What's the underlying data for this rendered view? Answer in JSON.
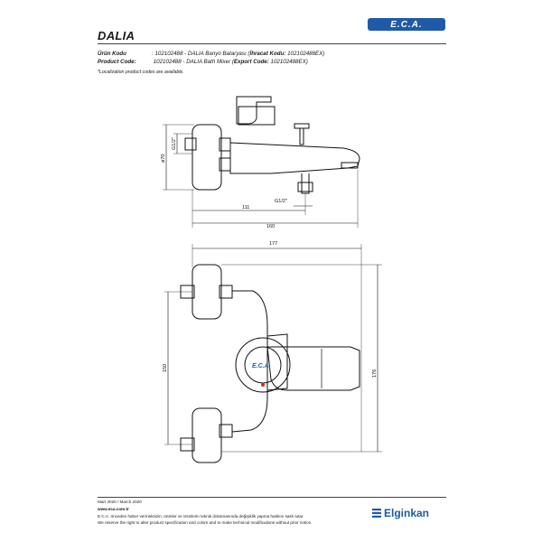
{
  "brand": {
    "logo_text": "E.C.A.",
    "color": "#1e5aa8"
  },
  "header": {
    "title": "DALIA"
  },
  "product": {
    "code_label_tr": "Ürün Kodu",
    "code_value_tr": ": 102102488 - DALIA Banyo Bataryası (",
    "export_label_tr": "İhracat Kodu:",
    "export_value_tr": " 102102488EX)",
    "code_label_en": "Product Code:",
    "code_value_en": " 102102488 - DALIA Bath Mixer (",
    "export_label_en": "Export Code:",
    "export_value_en": " 102102488EX)",
    "note": "*Localization product codes are available."
  },
  "drawing": {
    "dim_thread_top": "G1/2\"",
    "dim_diameter": "ø70",
    "dim_thread_bottom": "G1/2\"",
    "dim_111": "111",
    "dim_160": "160",
    "dim_177": "177",
    "dim_150": "150",
    "dim_176": "176",
    "body_logo": "E.C.A."
  },
  "footer": {
    "date": "Mart 2020 / March 2020",
    "website": "www.eca.com.tr",
    "disclaimer_tr": "E.C.A. önceden haber vermeksizin, ürünler ve ürünlerin teknik dokümanında değişiklik yapma hakkını saklı tutar.",
    "disclaimer_en": "We reserve the right to alter product specification and colors and to make technical modifications without prior notice.",
    "distributor": "Elginkan"
  }
}
